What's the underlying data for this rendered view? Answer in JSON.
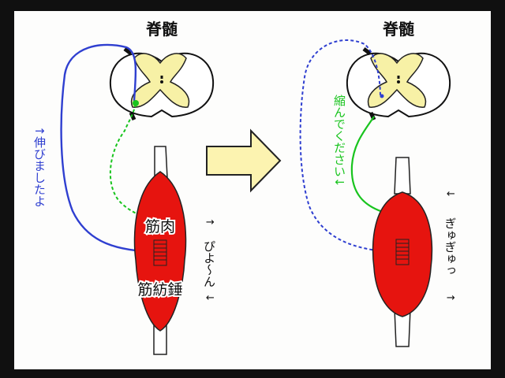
{
  "left_panel": {
    "spinal_cord_label": "脊髄",
    "stretched_note": "↑伸びましたよ",
    "muscle_label": "筋肉",
    "spindle_label": "筋紡錘",
    "stretch_sound": "ぴよ～ん",
    "arrow_up": "↑",
    "arrow_down": "↓"
  },
  "right_panel": {
    "spinal_cord_label": "脊髄",
    "contract_note": "縮んでください↓",
    "contract_sound": "ぎゅぎゅっ",
    "arrow_down": "↓",
    "arrow_up": "↑"
  },
  "colors": {
    "sensory_nerve": "#2f3fd0",
    "motor_nerve": "#19c41e",
    "muscle": "#e6140f",
    "gray_matter": "#f7f1a6",
    "arrow_fill": "#fcf3b0"
  }
}
